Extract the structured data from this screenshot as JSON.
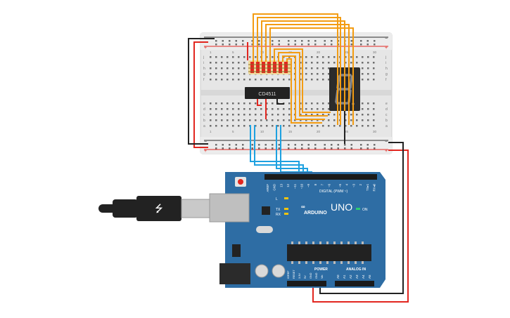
{
  "breadboard": {
    "rows_top": [
      "j",
      "i",
      "h",
      "g",
      "f"
    ],
    "rows_bottom": [
      "e",
      "d",
      "c",
      "b",
      "a"
    ],
    "col_labels_top": [
      "1",
      "5",
      "10",
      "15",
      "20",
      "25",
      "30"
    ],
    "col_labels_bottom": [
      "1",
      "5",
      "10",
      "15",
      "20",
      "25",
      "30"
    ],
    "rail_plus": "+",
    "rail_minus": "−"
  },
  "ic": {
    "label": "CD4511"
  },
  "display": {
    "digit": "8"
  },
  "arduino": {
    "brand": "ARDUINO",
    "model": "UNO",
    "digital_header": "DIGITAL (PWM ~)",
    "aref": "AREF",
    "gnd": "GND",
    "pins_digital": [
      "13",
      "12",
      "~11",
      "~10",
      "~9",
      "8",
      "7",
      "~6",
      "~5",
      "4",
      "~3",
      "2",
      "TX▸1",
      "RX◂0"
    ],
    "on_label": "ON",
    "l_label": "L",
    "tx_label": "TX",
    "rx_label": "RX",
    "power_header": "POWER",
    "analog_header": "ANALOG IN",
    "power_pins": [
      "IOREF",
      "RESET",
      "3.3V",
      "5V",
      "GND",
      "GND",
      "Vin"
    ],
    "analog_pins": [
      "A0",
      "A1",
      "A2",
      "A3",
      "A4",
      "A5"
    ]
  },
  "colors": {
    "board_blue": "#2e6da4",
    "wire_orange": "#f39c12",
    "wire_red": "#e2261f",
    "wire_blue": "#1ea1e0",
    "wire_black": "#222222",
    "breadboard": "#e9e9e9",
    "display_body": "#2b2b2b"
  }
}
